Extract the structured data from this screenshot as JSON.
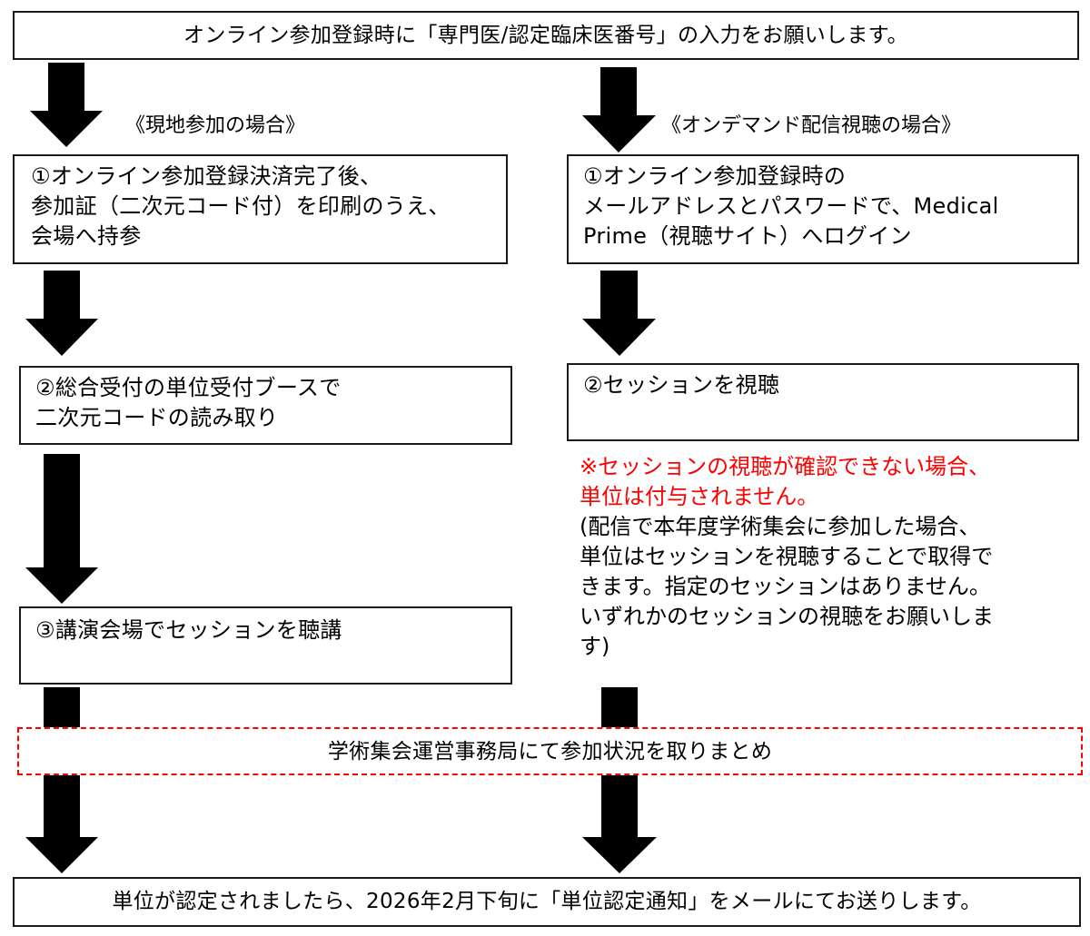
{
  "top_notice": "オンライン参加登録時に「専門医/認定臨床医番号」の入力をお願いします。",
  "left_column": {
    "heading": "《現地参加の場合》",
    "steps": [
      "①オンライン参加登録決済完了後、\n参加証（二次元コード付）を印刷のうえ、\n会場へ持参",
      "②総合受付の単位受付ブースで\n二次元コードの読み取り",
      "③講演会場でセッションを聴講"
    ]
  },
  "right_column": {
    "heading": "《オンデマンド配信視聴の場合》",
    "steps": [
      "①オンライン参加登録時の\nメールアドレスとパスワードで、Medical\nPrime（視聴サイト）へログイン",
      "②セッションを視聴"
    ],
    "warning": "※セッションの視聴が確認できない場合、\n単位は付与されません。",
    "note": "(配信で本年度学術集会に参加した場合、\n単位はセッションを視聴することで取得で\nきます。指定のセッションはありません。\nいずれかのセッションの視聴をお願いしま\nす)"
  },
  "summary_box": "学術集会運営事務局にて参加状況を取りまとめ",
  "final_notice": "単位が認定されましたら、2026年2月下旬に「単位認定通知」をメールにてお送りします。",
  "colors": {
    "warning": "#ff0000",
    "dashed_border": "#ff0000",
    "arrow": "#000000",
    "box_border": "#1a1a1a"
  }
}
